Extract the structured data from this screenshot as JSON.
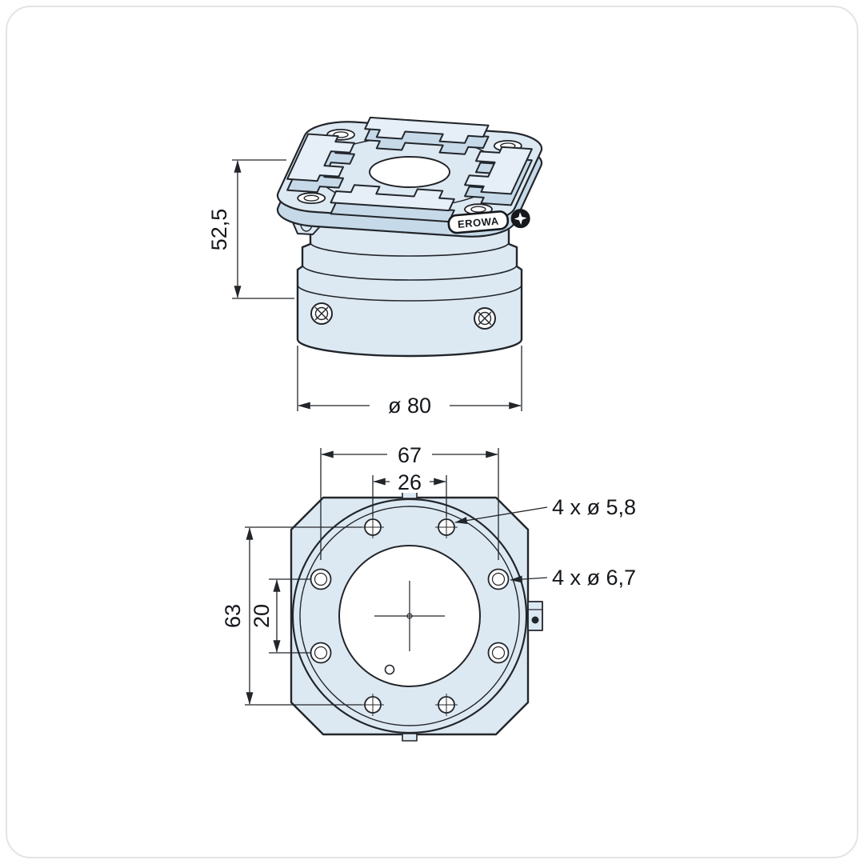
{
  "drawing": {
    "brand_label": "EROWA",
    "front_view": {
      "height_dim": "52,5",
      "diameter_dim": "ø 80"
    },
    "plan_view": {
      "hole_spacing_width": "67",
      "inner_spacing_width": "26",
      "hole_spacing_height": "63",
      "inner_spacing_height": "20",
      "small_holes_callout": "4 x ø 5,8",
      "large_holes_callout": "4 x ø 6,7"
    },
    "colors": {
      "body_fill": "#dde9f2",
      "line": "#22262b"
    }
  }
}
